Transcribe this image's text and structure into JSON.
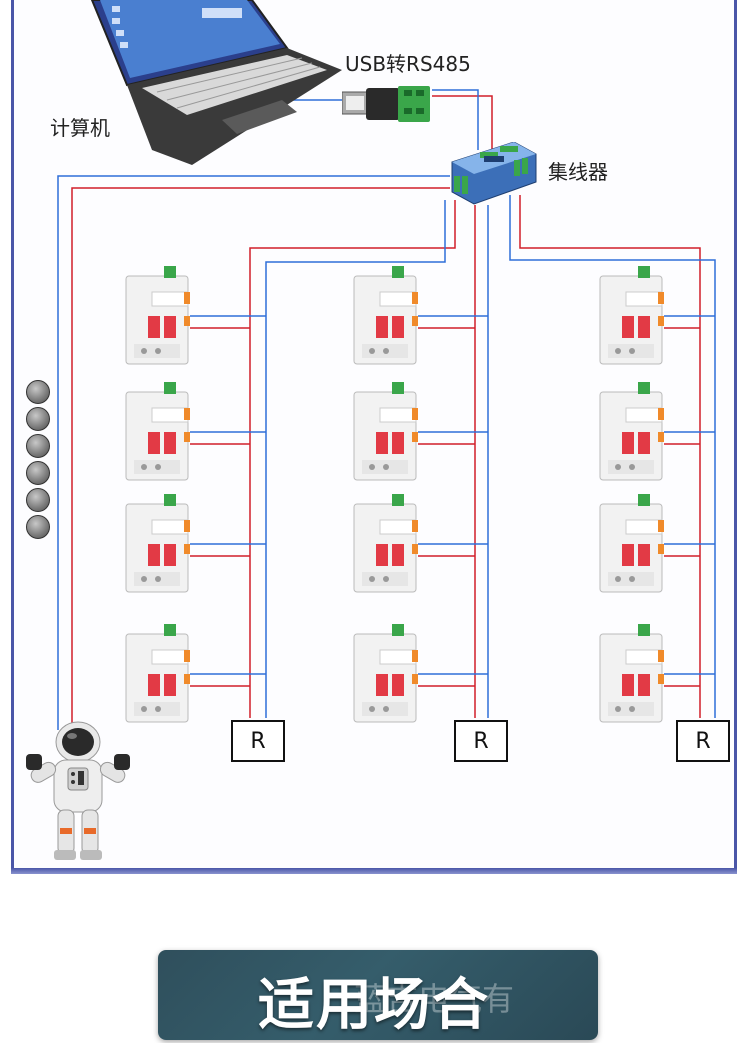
{
  "labels": {
    "computer": "计算机",
    "usb_converter": "USB转RS485",
    "hub": "集线器",
    "terminator": "R"
  },
  "banner": {
    "title": "适用场合",
    "watermark": "蓝吉电气有"
  },
  "colors": {
    "frame": "#4a56a8",
    "wire_red": "#d21e2a",
    "wire_blue": "#2e6fd8",
    "breaker_body": "#f2f2f2",
    "breaker_handle": "#e23a45",
    "breaker_terminal": "#3aa64a",
    "banner_bg": "#325766"
  },
  "diagram": {
    "breaker_columns": 3,
    "breakers_per_column": 4,
    "indicator_dots": 6,
    "icons": [
      "laptop-icon",
      "usb-rs485-adapter-icon",
      "rs485-hub-icon",
      "circuit-breaker-icon",
      "astronaut-mascot-icon"
    ]
  }
}
